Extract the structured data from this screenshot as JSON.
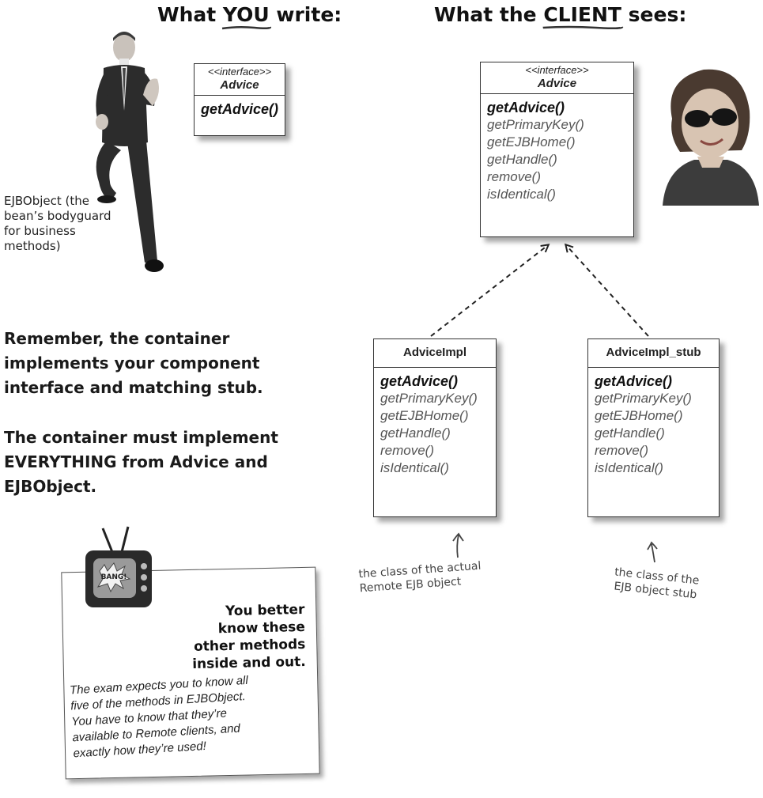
{
  "headings": {
    "left": {
      "before": "What ",
      "underlined": "YOU",
      "after": " write:"
    },
    "right": {
      "before": "What the ",
      "underlined": "CLIENT",
      "after": " sees:"
    }
  },
  "bodyguard_caption": [
    "EJBObject (the",
    "bean’s bodyguard",
    "for business",
    "methods)"
  ],
  "interface_you": {
    "stereotype": "<<interface>>",
    "name": "Advice",
    "methods": [
      "getAdvice()"
    ]
  },
  "interface_client": {
    "stereotype": "<<interface>>",
    "name": "Advice",
    "methods": [
      "getAdvice()",
      "getPrimaryKey()",
      "getEJBHome()",
      "getHandle()",
      "remove()",
      "isIdentical()"
    ]
  },
  "impl_class": {
    "name": "AdviceImpl",
    "methods": [
      "getAdvice()",
      "getPrimaryKey()",
      "getEJBHome()",
      "getHandle()",
      "remove()",
      "isIdentical()"
    ]
  },
  "stub_class": {
    "name": "AdviceImpl_stub",
    "methods": [
      "getAdvice()",
      "getPrimaryKey()",
      "getEJBHome()",
      "getHandle()",
      "remove()",
      "isIdentical()"
    ]
  },
  "notes": {
    "remember": [
      "Remember, the container",
      "implements your component",
      "interface and matching stub."
    ],
    "must_implement": [
      "The container must implement",
      "EVERYTHING from Advice and",
      "EJBObject."
    ]
  },
  "annotations": {
    "impl": [
      "the class of the actual",
      "Remote EJB object"
    ],
    "stub": [
      "the class of the",
      "EJB object stub"
    ]
  },
  "tv_card": {
    "tv_badge": "BANG!",
    "title": [
      "You better",
      "know these",
      "other methods",
      "inside and out."
    ],
    "body": [
      "The exam expects you to know all",
      "five of the methods in EJBObject.",
      "You have to know that they’re",
      "available to Remote clients, and",
      "exactly how they’re used!"
    ]
  }
}
